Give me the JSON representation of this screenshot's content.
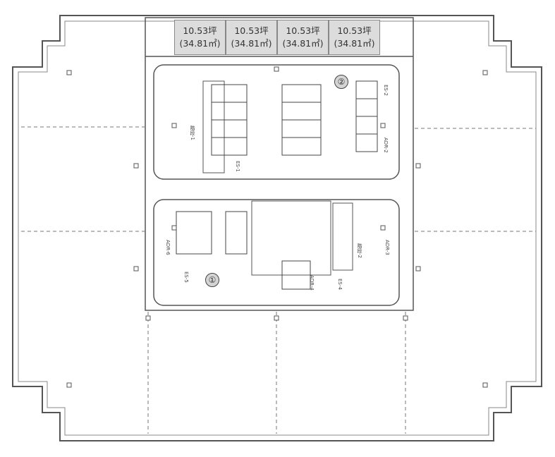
{
  "floor_plan": {
    "rental_units": [
      {
        "area_tsubo": "10.53坪",
        "area_sqm": "(34.81㎡)"
      },
      {
        "area_tsubo": "10.53坪",
        "area_sqm": "(34.81㎡)"
      },
      {
        "area_tsubo": "10.53坪",
        "area_sqm": "(34.81㎡)"
      },
      {
        "area_tsubo": "10.53坪",
        "area_sqm": "(34.81㎡)"
      }
    ],
    "markers": [
      "①",
      "②"
    ],
    "room_labels": [
      "ES-1",
      "ES-2",
      "ES-4",
      "ES-5",
      "ADR-2",
      "ADR-3",
      "ADR-4",
      "ADR-6",
      "階段-1",
      "階段-2"
    ]
  }
}
